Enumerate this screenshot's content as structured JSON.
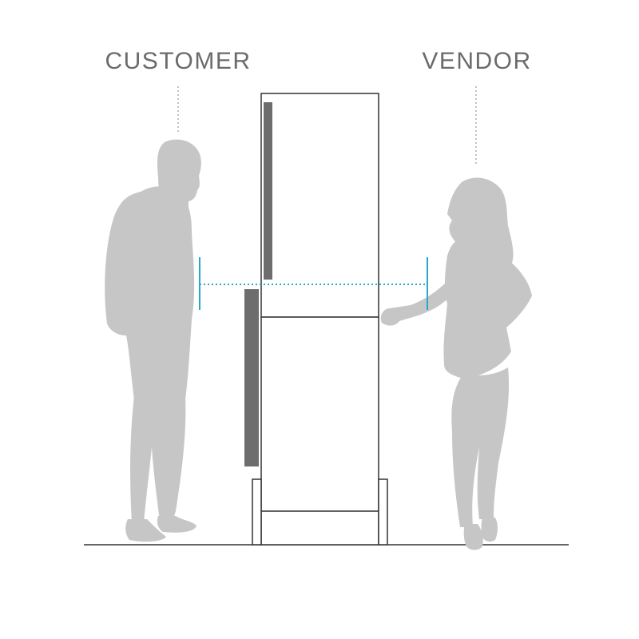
{
  "labels": {
    "customer": "CUSTOMER",
    "vendor": "VENDOR"
  },
  "colors": {
    "silhouette": "#c6c6c6",
    "outline": "#333333",
    "panel": "#6d6d6d",
    "eye_line": "#29a9c9",
    "leader": "#9a9a9a",
    "label_text": "#6b6b6b"
  },
  "figures": {
    "customer_icon": "man-silhouette",
    "vendor_icon": "woman-silhouette"
  }
}
